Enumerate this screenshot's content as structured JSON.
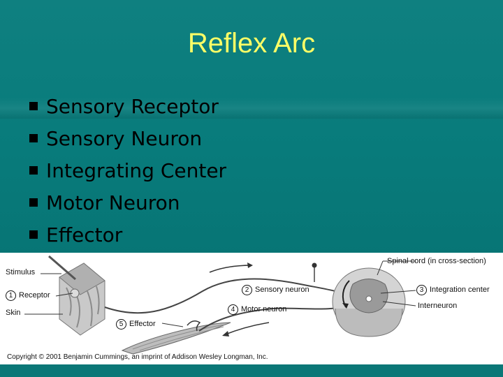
{
  "slide": {
    "title": "Reflex Arc",
    "bullets": [
      "Sensory Receptor",
      "Sensory Neuron",
      "Integrating Center",
      "Motor Neuron",
      "Effector"
    ],
    "colors": {
      "background": "#087b7b",
      "title": "#ffff66",
      "text": "#000000"
    }
  },
  "figure": {
    "labels": {
      "stimulus": "Stimulus",
      "receptor_num": "1",
      "receptor": "Receptor",
      "skin": "Skin",
      "sensory_num": "2",
      "sensory": "Sensory neuron",
      "motor_num": "4",
      "motor": "Motor neuron",
      "effector_num": "5",
      "effector": "Effector",
      "spinal": "Spinal cord (in cross-section)",
      "integration_num": "3",
      "integration": "Integration center",
      "interneuron": "Interneuron"
    },
    "copyright": "Copyright © 2001 Benjamin Cummings, an imprint of Addison Wesley Longman, Inc."
  }
}
